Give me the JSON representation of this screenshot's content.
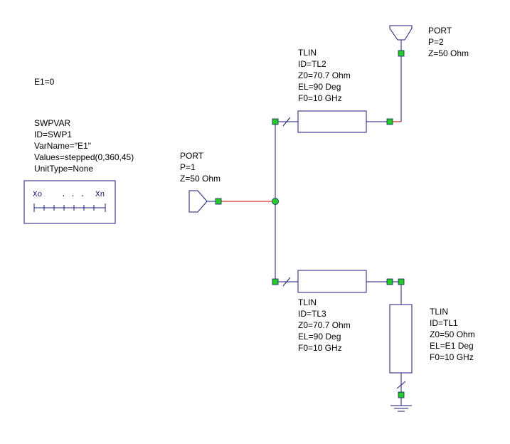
{
  "equation": "E1=0",
  "swpvar": {
    "lines": [
      "SWPVAR",
      "ID=SWP1",
      "VarName=\"E1\"",
      "Values=stepped(0,360,45)",
      "UnitType=None"
    ],
    "icon_start": "Xo",
    "icon_dots": ". . .",
    "icon_end": "Xn"
  },
  "port1": {
    "lines": [
      "PORT",
      "P=1",
      "Z=50 Ohm"
    ]
  },
  "port2": {
    "lines": [
      "PORT",
      "P=2",
      "Z=50 Ohm"
    ]
  },
  "tl2": {
    "lines": [
      "TLIN",
      "ID=TL2",
      "Z0=70.7 Ohm",
      "EL=90 Deg",
      "F0=10 GHz"
    ]
  },
  "tl3": {
    "lines": [
      "TLIN",
      "ID=TL3",
      "Z0=70.7 Ohm",
      "EL=90 Deg",
      "F0=10 GHz"
    ]
  },
  "tl1": {
    "lines": [
      "TLIN",
      "ID=TL1",
      "Z0=50 Ohm",
      "EL=E1 Deg",
      "F0=10 GHz"
    ]
  },
  "colors": {
    "wire": "#1a1a7a",
    "highlight_wire": "#cc0000",
    "node": "#22cc22"
  }
}
